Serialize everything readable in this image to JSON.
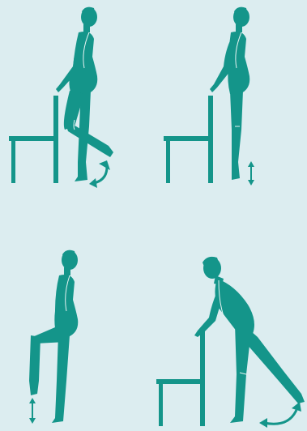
{
  "colors": {
    "background": "#dcedf0",
    "figure": "#14958a",
    "figure_line": "#e6f3f2",
    "chair": "#14958a"
  },
  "panels": [
    {
      "exercise": "knee-curl",
      "arrow": "curved-arrow-icon"
    },
    {
      "exercise": "heel-raise",
      "arrow": "vertical-double-arrow-icon"
    },
    {
      "exercise": "knee-raise",
      "arrow": "vertical-double-arrow-icon"
    },
    {
      "exercise": "leg-extension-back",
      "arrow": "curved-arrow-icon"
    }
  ]
}
